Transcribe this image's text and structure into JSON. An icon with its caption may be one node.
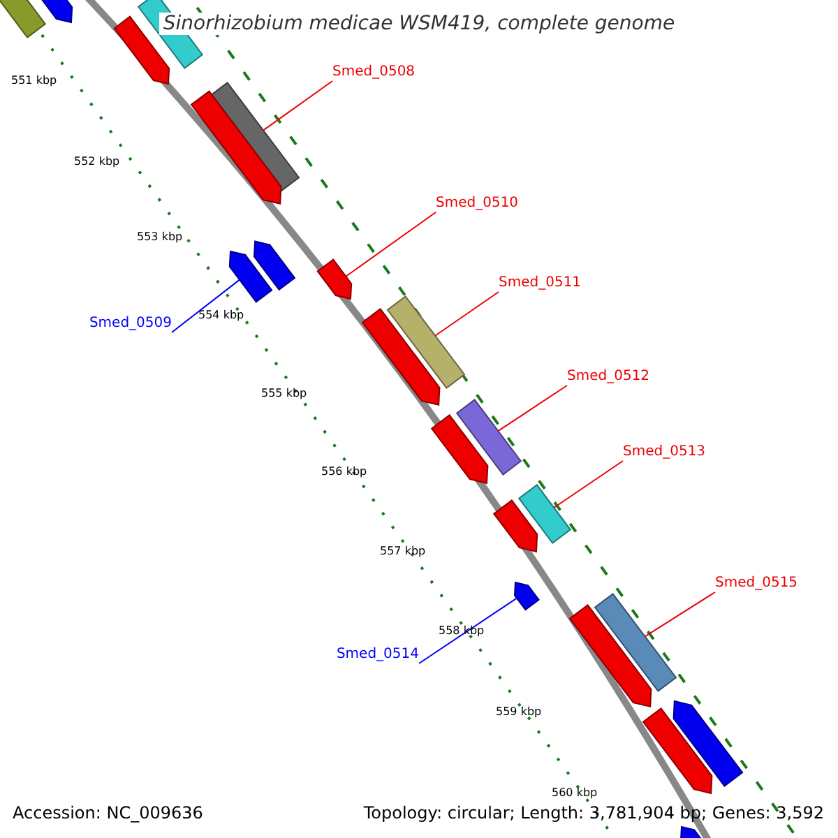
{
  "diagram": {
    "title": "Sinorhizobium medicae WSM419, complete genome",
    "nodes": [
      {
        "text": [
          "Smed_0508"
        ]
      },
      {
        "text": [],
        "shape": "bar"
      },
      {
        "text": [
          "Smed_0510"
        ]
      },
      {
        "text": [],
        "shape": "arrow"
      },
      {
        "text": [
          "Smed_0511"
        ]
      },
      {
        "text": [],
        "shape": "bar"
      },
      {
        "text": [
          "Smed_0509"
        ]
      },
      {
        "text": [],
        "shape": "arrow"
      },
      {
        "text": [
          "Smed_0512"
        ]
      },
      {
        "text": [],
        "shape": "bar"
      },
      {
        "text": [
          "Smed_0513"
        ]
      },
      {
        "text": [],
        "shape": "bar"
      },
      {
        "text": [
          "Smed_0515"
        ]
      },
      {
        "text": [],
        "shape": "bar"
      },
      {
        "text": [
          "Smed_0514"
        ]
      },
      {
        "text": [],
        "shape": "arrow"
      },
      {
        "text": [],
        "shape": "arrow"
      },
      {
        "text": [],
        "shape": "bar"
      },
      {
        "text": [],
        "shape": "bar"
      },
      {
        "text": [],
        "shape": "arrow"
      },
      {
        "text": [],
        "shape": "arrow"
      },
      {
        "text": [],
        "shape": "arrow"
      },
      {
        "text": [],
        "shape": "arrow"
      },
      {
        "text": [],
        "shape": "arrow"
      },
      {
        "text": [],
        "shape": "arrow"
      },
      {
        "text": [],
        "shape": "arrow"
      },
      {
        "text": [],
        "shape": "arrow"
      },
      {
        "text": [],
        "shape": "arrow"
      },
      {
        "text": [],
        "shape": "arrow"
      }
    ],
    "edges": [
      {
        "from": 0,
        "to": 1,
        "arrow": "none"
      },
      {
        "from": 2,
        "to": 3,
        "arrow": "none"
      },
      {
        "from": 4,
        "to": 5,
        "arrow": "none"
      },
      {
        "from": 6,
        "to": 7,
        "arrow": "none",
        "color": "#0000ff"
      },
      {
        "from": 8,
        "to": 9,
        "arrow": "none"
      },
      {
        "from": 10,
        "to": 11,
        "arrow": "none"
      },
      {
        "from": 12,
        "to": 13,
        "arrow": "none"
      },
      {
        "from": 14,
        "to": 15,
        "arrow": "none",
        "color": "#0000ff"
      }
    ],
    "labels": [
      "551 kbp",
      "552 kbp",
      "553 kbp",
      "554 kbp",
      "555 kbp",
      "556 kbp",
      "557 kbp",
      "558 kbp",
      "559 kbp",
      "560 kbp",
      "Accession: NC_009636",
      "Topology: circular; Length: 3,781,904 bp; Genes: 3,592"
    ]
  }
}
